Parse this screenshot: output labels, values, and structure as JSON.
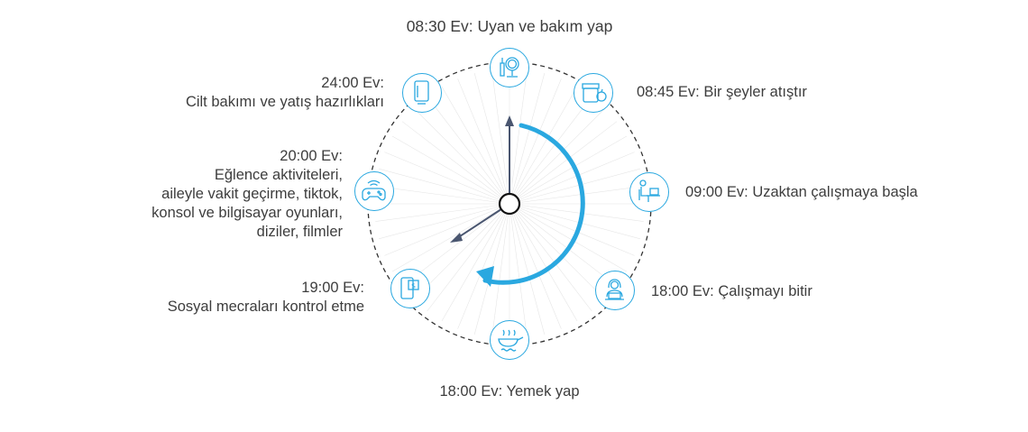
{
  "accent_color": "#2aa8e0",
  "hand_color": "#4a5670",
  "dashed_color": "#333333",
  "events": [
    {
      "id": "wake",
      "time": "08:30 Ev:",
      "text": "Uyan ve bakım yap",
      "icon": "mirror-makeup-icon"
    },
    {
      "id": "snack",
      "time": "08:45 Ev:",
      "text": "Bir şeyler atıştır",
      "icon": "food-jar-icon"
    },
    {
      "id": "work-start",
      "time": "09:00 Ev:",
      "text": "Uzaktan çalışmaya başla",
      "icon": "person-laptop-icon"
    },
    {
      "id": "work-end",
      "time": "18:00 Ev:",
      "text": "Çalışmayı bitir",
      "icon": "woman-laptop-icon"
    },
    {
      "id": "cook",
      "time": "18:00 Ev:",
      "text": "Yemek yap",
      "icon": "cooking-pan-icon"
    },
    {
      "id": "social",
      "time": "19:00 Ev:",
      "lines": [
        "Sosyal mecraları kontrol etme"
      ],
      "icon": "phone-money-icon"
    },
    {
      "id": "fun",
      "time": "20:00 Ev:",
      "lines": [
        "Eğlence aktiviteleri,",
        "aileyle vakit geçirme, tiktok,",
        "konsol ve bilgisayar oyunları,",
        "diziler, filmler"
      ],
      "icon": "gamepad-wifi-icon"
    },
    {
      "id": "bed",
      "time": "24:00 Ev:",
      "lines": [
        "Cilt bakımı ve yatış hazırlıkları"
      ],
      "icon": "phone-device-icon"
    }
  ]
}
